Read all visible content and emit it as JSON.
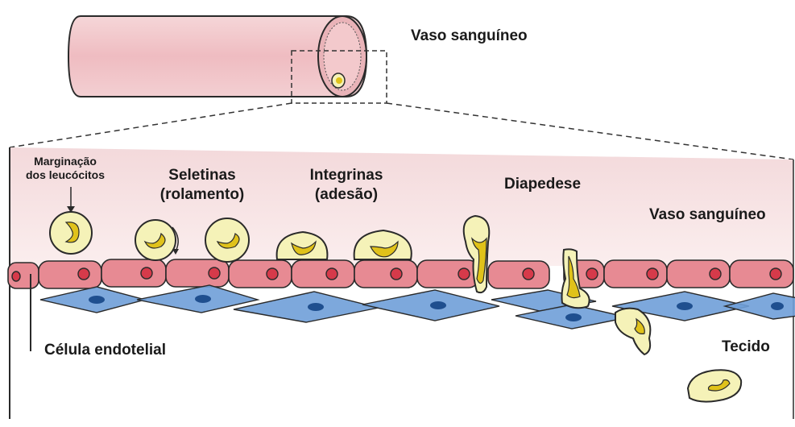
{
  "labels": {
    "vessel_top": "Vaso sanguíneo",
    "margination_line1": "Marginação",
    "margination_line2": "dos leucócitos",
    "selectins_line1": "Seletinas",
    "selectins_line2": "(rolamento)",
    "integrins_line1": "Integrinas",
    "integrins_line2": "(adesão)",
    "diapedesis": "Diapedese",
    "vessel_lumen": "Vaso sanguíneo",
    "endothelial_cell": "Célula endotelial",
    "tissue": "Tecido"
  },
  "colors": {
    "vessel_pink": "#f2c4c8",
    "endothelial_red": "#e78a93",
    "nucleus_red": "#d63a4a",
    "fibroblast_blue": "#6f9fd8",
    "fibroblast_nucleus": "#1f4f8f",
    "leukocyte_fill": "#f5f2b8",
    "leukocyte_nucleus": "#e0c21a",
    "outline": "#2a2a2a"
  }
}
